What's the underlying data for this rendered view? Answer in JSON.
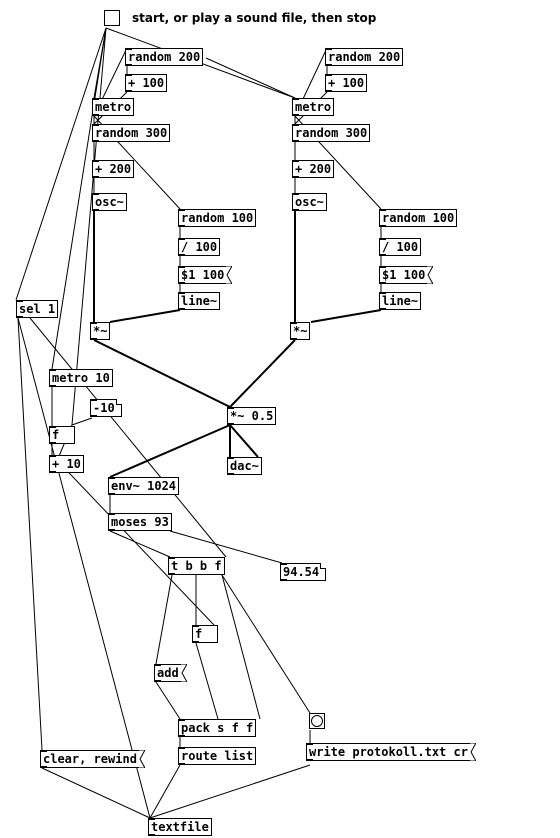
{
  "comment": "start, or play a sound file, then stop",
  "objects": {
    "random200_l": "random 200",
    "plus100_l": "+ 100",
    "metro_l": "metro",
    "random300_l": "random 300",
    "plus200_l": "+ 200",
    "osc_l": "osc~",
    "random100_l": "random 100",
    "div100_l": "/ 100",
    "dollar_l": "$1 100",
    "line_l": "line~",
    "mul_l": "*~",
    "random200_r": "random 200",
    "plus100_r": "+ 100",
    "metro_r": "metro",
    "random300_r": "random 300",
    "plus200_r": "+ 200",
    "osc_r": "osc~",
    "random100_r": "random 100",
    "div100_r": "/ 100",
    "dollar_r": "$1 100",
    "line_r": "line~",
    "mul_r": "*~",
    "sel1": "sel 1",
    "metro10": "metro 10",
    "minus10": "-10",
    "f1": "f",
    "plus10": "+ 10",
    "mul05": "*~ 0.5",
    "dac": "dac~",
    "env": "env~ 1024",
    "moses": "moses 93",
    "numbox": "94.54",
    "tbbf": "t b b f",
    "f2": "f",
    "add": "add",
    "pack": "pack s f f",
    "routelist": "route list",
    "clearrewind": "clear, rewind",
    "write": "write protokoll.txt cr",
    "textfile": "textfile"
  }
}
